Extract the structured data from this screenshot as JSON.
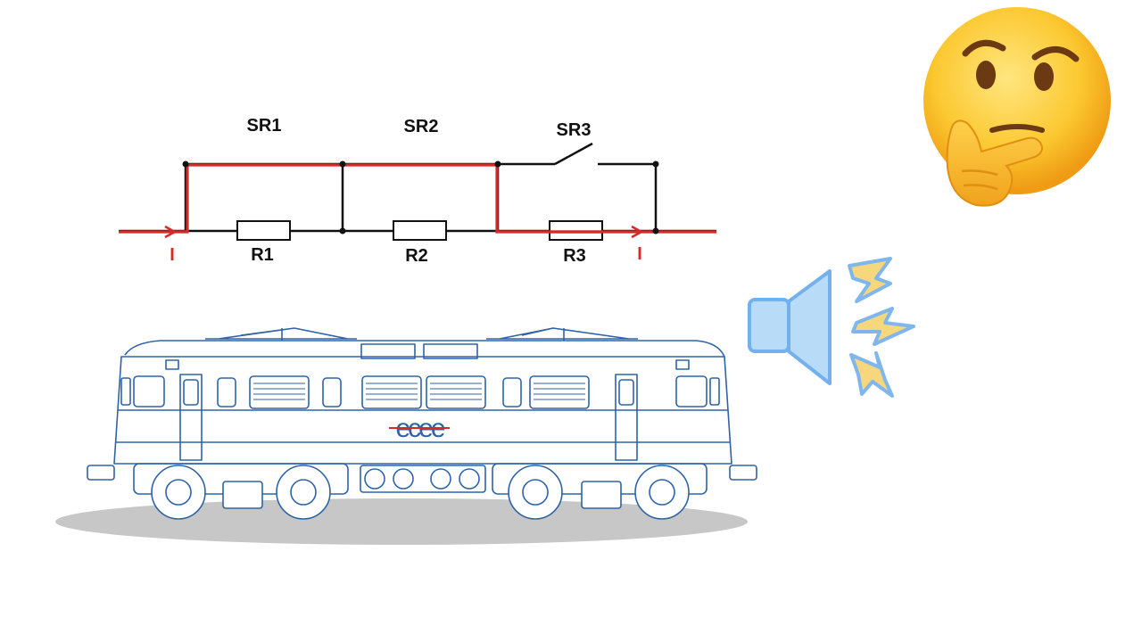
{
  "circuit": {
    "switches": [
      {
        "label": "SR1",
        "state": "closed"
      },
      {
        "label": "SR2",
        "state": "closed"
      },
      {
        "label": "SR3",
        "state": "open"
      }
    ],
    "resistors": [
      {
        "label": "R1"
      },
      {
        "label": "R2"
      },
      {
        "label": "R3"
      }
    ],
    "current_label_in": "I",
    "current_label_out": "I",
    "colors": {
      "wire": "#111111",
      "current_path": "#d42a2a",
      "current_label": "#d42a2a"
    }
  },
  "locomotive": {
    "logo_text": "ecee",
    "colors": {
      "outline": "#2e63a8",
      "shadow": "#c7c7c7"
    }
  },
  "icons": {
    "thinking": "thinking-face-emoji",
    "speaker": "speaker-sound-icon"
  },
  "colors": {
    "speaker_fill": "#b8dcf8",
    "speaker_stroke": "#74b0ee",
    "bolt_fill": "#f6d77c",
    "bolt_stroke": "#7fb6ee",
    "emoji_face": "#f9c02a"
  }
}
